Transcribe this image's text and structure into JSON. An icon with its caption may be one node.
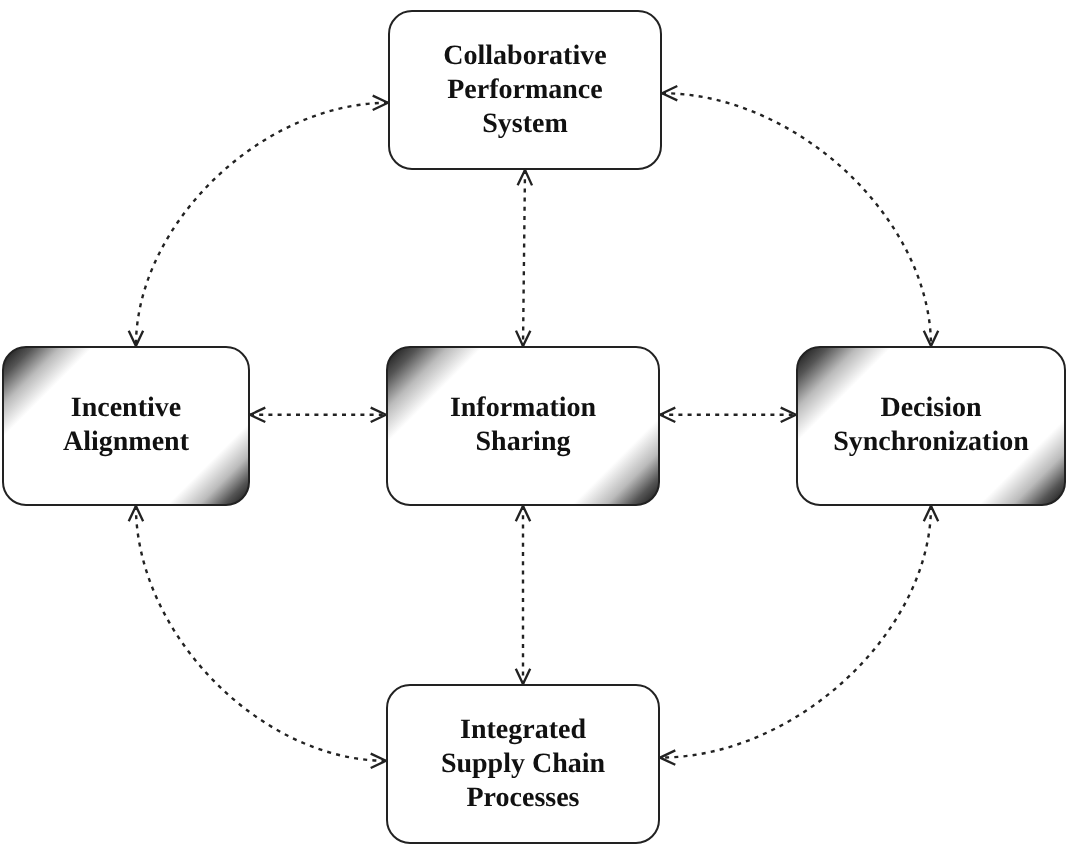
{
  "diagram": {
    "nodes": [
      {
        "text": [
          "Collaborative Performance System"
        ]
      },
      {
        "text": [
          "Incentive Alignment"
        ]
      },
      {
        "text": [
          "Information Sharing"
        ]
      },
      {
        "text": [
          "Decision Synchronization"
        ]
      },
      {
        "text": [
          "Integrated Supply Chain Processes"
        ]
      }
    ],
    "edges": [
      {
        "from": 0,
        "to": 1,
        "arrow": "both",
        "style": "dashed"
      },
      {
        "from": 0,
        "to": 3,
        "arrow": "both",
        "style": "dashed"
      },
      {
        "from": 0,
        "to": 2,
        "arrow": "both",
        "style": "dashed"
      },
      {
        "from": 1,
        "to": 2,
        "arrow": "both",
        "style": "dashed"
      },
      {
        "from": 2,
        "to": 3,
        "arrow": "both",
        "style": "dashed"
      },
      {
        "from": 2,
        "to": 4,
        "arrow": "both",
        "style": "dashed"
      },
      {
        "from": 1,
        "to": 4,
        "arrow": "both",
        "style": "dashed"
      },
      {
        "from": 3,
        "to": 4,
        "arrow": "both",
        "style": "dashed"
      }
    ]
  }
}
